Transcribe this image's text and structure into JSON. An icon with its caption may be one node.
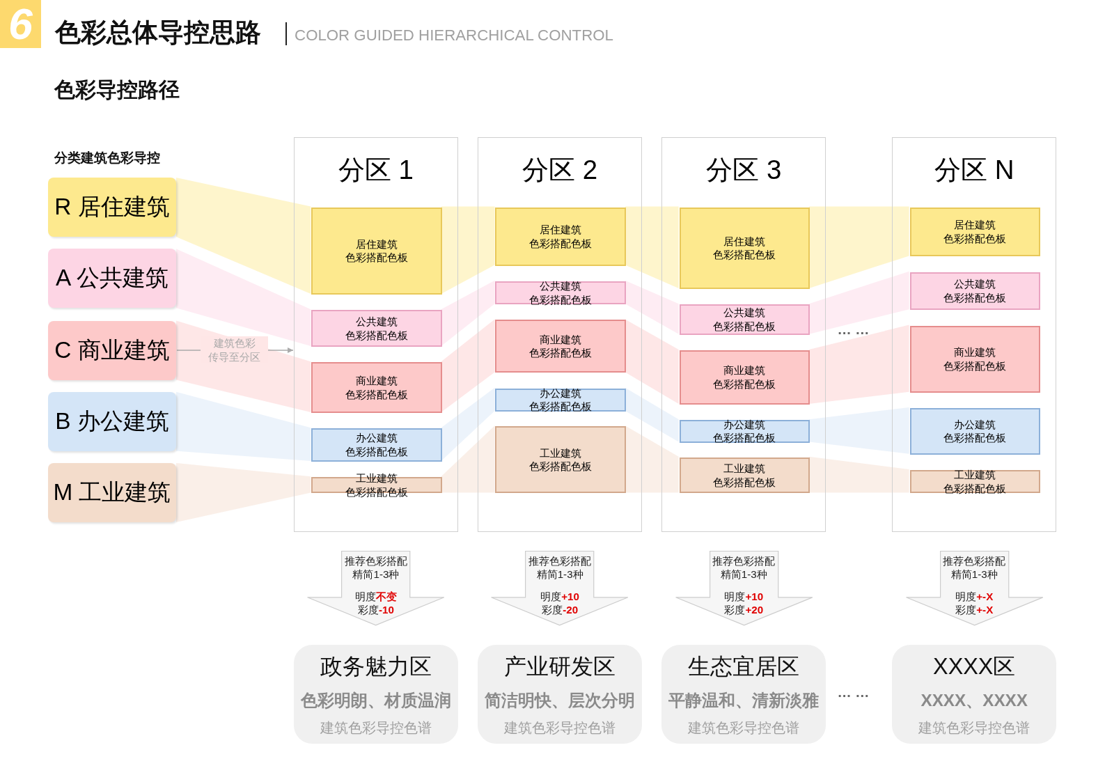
{
  "diagram": {
    "title": "色彩总体导控思路",
    "nodes": [
      {
        "text": [
          "R 居住建筑"
        ]
      },
      {
        "text": [
          "A 公共建筑"
        ]
      },
      {
        "text": [
          "C 商业建筑"
        ]
      },
      {
        "text": [
          "B 办公建筑"
        ]
      },
      {
        "text": [
          "M 工业建筑"
        ]
      },
      {
        "text": [
          "分区 1"
        ]
      },
      {
        "text": [
          "居住建筑",
          "色彩搭配色板"
        ],
        "in": 5
      },
      {
        "text": [
          "公共建筑",
          "色彩搭配色板"
        ],
        "in": 5
      },
      {
        "text": [
          "商业建筑",
          "色彩搭配色板"
        ],
        "in": 5
      },
      {
        "text": [
          "办公建筑",
          "色彩搭配色板"
        ],
        "in": 5
      },
      {
        "text": [
          "工业建筑",
          "色彩搭配色板"
        ],
        "in": 5
      },
      {
        "text": [
          "分区 2"
        ]
      },
      {
        "text": [
          "居住建筑",
          "色彩搭配色板"
        ],
        "in": 11
      },
      {
        "text": [
          "公共建筑",
          "色彩搭配色板"
        ],
        "in": 11
      },
      {
        "text": [
          "商业建筑",
          "色彩搭配色板"
        ],
        "in": 11
      },
      {
        "text": [
          "办公建筑",
          "色彩搭配色板"
        ],
        "in": 11
      },
      {
        "text": [
          "工业建筑",
          "色彩搭配色板"
        ],
        "in": 11
      },
      {
        "text": [
          "分区 3"
        ]
      },
      {
        "text": [
          "居住建筑",
          "色彩搭配色板"
        ],
        "in": 17
      },
      {
        "text": [
          "公共建筑",
          "色彩搭配色板"
        ],
        "in": 17
      },
      {
        "text": [
          "商业建筑",
          "色彩搭配色板"
        ],
        "in": 17
      },
      {
        "text": [
          "办公建筑",
          "色彩搭配色板"
        ],
        "in": 17
      },
      {
        "text": [
          "工业建筑",
          "色彩搭配色板"
        ],
        "in": 17
      },
      {
        "text": [
          "分区 N"
        ]
      },
      {
        "text": [
          "居住建筑",
          "色彩搭配色板"
        ],
        "in": 23
      },
      {
        "text": [
          "公共建筑",
          "色彩搭配色板"
        ],
        "in": 23
      },
      {
        "text": [
          "商业建筑",
          "色彩搭配色板"
        ],
        "in": 23
      },
      {
        "text": [
          "办公建筑",
          "色彩搭配色板"
        ],
        "in": 23
      },
      {
        "text": [
          "工业建筑",
          "色彩搭配色板"
        ],
        "in": 23
      },
      {
        "text": [
          "推荐色彩搭配",
          "精简1-3种",
          "明度**不变**",
          "彩度**-10**"
        ]
      },
      {
        "text": [
          "推荐色彩搭配",
          "精简1-3种",
          "明度**+10**",
          "彩度**-20**"
        ]
      },
      {
        "text": [
          "推荐色彩搭配",
          "精简1-3种",
          "明度**+10**",
          "彩度**+20**"
        ]
      },
      {
        "text": [
          "推荐色彩搭配",
          "精简1-3种",
          "明度**+-X**",
          "彩度**+-X**"
        ]
      },
      {
        "text": [
          "政务魅力区",
          "色彩明朗、材质温润",
          "建筑色彩导控色谱"
        ]
      },
      {
        "text": [
          "产业研发区",
          "简洁明快、层次分明",
          "建筑色彩导控色谱"
        ]
      },
      {
        "text": [
          "生态宜居区",
          "平静温和、清新淡雅",
          "建筑色彩导控色谱"
        ]
      },
      {
        "text": [
          "XXXX区",
          "XXXX、XXXX",
          "建筑色彩导控色谱"
        ]
      }
    ],
    "edges": [
      {
        "from": 0,
        "to": 6,
        "arrow": "none",
        "color": "#fde98e"
      },
      {
        "from": 1,
        "to": 7,
        "arrow": "none",
        "color": "#fdd5e4"
      },
      {
        "from": 2,
        "to": 8,
        "arrow": "none",
        "color": "#fdc9c9"
      },
      {
        "from": 3,
        "to": 9,
        "arrow": "none",
        "color": "#d4e5f7"
      },
      {
        "from": 4,
        "to": 10,
        "arrow": "none",
        "color": "#f3dccb"
      },
      {
        "from": 6,
        "to": 12,
        "arrow": "none",
        "color": "#fde98e"
      },
      {
        "from": 7,
        "to": 13,
        "arrow": "none",
        "color": "#fdd5e4"
      },
      {
        "from": 8,
        "to": 14,
        "arrow": "none",
        "color": "#fdc9c9"
      },
      {
        "from": 9,
        "to": 15,
        "arrow": "none",
        "color": "#d4e5f7"
      },
      {
        "from": 10,
        "to": 16,
        "arrow": "none",
        "color": "#f3dccb"
      },
      {
        "from": 12,
        "to": 18,
        "arrow": "none",
        "color": "#fde98e"
      },
      {
        "from": 13,
        "to": 19,
        "arrow": "none",
        "color": "#fdd5e4"
      },
      {
        "from": 14,
        "to": 20,
        "arrow": "none",
        "color": "#fdc9c9"
      },
      {
        "from": 15,
        "to": 21,
        "arrow": "none",
        "color": "#d4e5f7"
      },
      {
        "from": 16,
        "to": 22,
        "arrow": "none",
        "color": "#f3dccb"
      },
      {
        "from": 18,
        "to": 24,
        "arrow": "none",
        "color": "#fde98e"
      },
      {
        "from": 19,
        "to": 25,
        "arrow": "none",
        "color": "#fdd5e4"
      },
      {
        "from": 20,
        "to": 26,
        "arrow": "none",
        "color": "#fdc9c9"
      },
      {
        "from": 21,
        "to": 27,
        "arrow": "none",
        "color": "#d4e5f7"
      },
      {
        "from": 22,
        "to": 28,
        "arrow": "none",
        "color": "#f3dccb"
      },
      {
        "from": 2,
        "to": 5,
        "arrow": "to",
        "label": "建筑色彩传导至分区",
        "color": "#aaaaaa"
      }
    ],
    "labels": [
      "6",
      "COLOR GUIDED HIERARCHICAL CONTROL",
      "色彩导控路径",
      "分类建筑色彩导控",
      "… …",
      "… …"
    ]
  }
}
